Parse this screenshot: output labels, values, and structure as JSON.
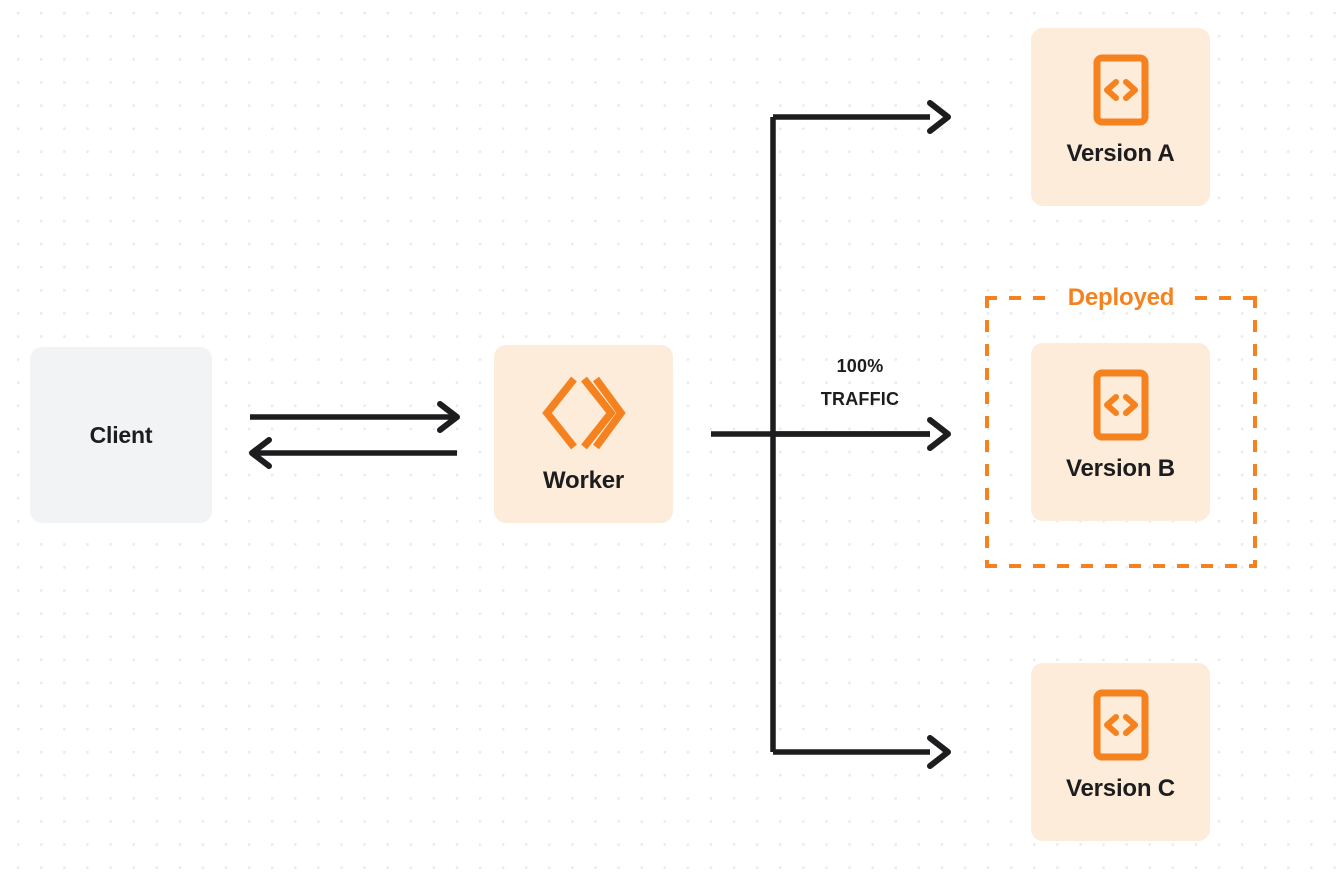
{
  "diagram": {
    "title": "Worker version traffic routing",
    "colors": {
      "accent_orange": "#f6821f",
      "node_fill_orange": "#fdecd9",
      "node_fill_gray": "#f2f3f4",
      "line_dark": "#1d1d1f",
      "dot_grid": "#e8e9ea",
      "background": "#ffffff"
    },
    "nodes": {
      "client": {
        "label": "Client",
        "icon": "none"
      },
      "worker": {
        "label": "Worker",
        "icon": "cloudflare-workers-icon"
      },
      "version_a": {
        "label": "Version A",
        "icon": "code-file-icon"
      },
      "version_b": {
        "label": "Version B",
        "icon": "code-file-icon"
      },
      "version_c": {
        "label": "Version C",
        "icon": "code-file-icon"
      }
    },
    "groups": {
      "deployed": {
        "label": "Deployed",
        "contains": "Version B",
        "border_style": "dashed"
      }
    },
    "edge_labels": {
      "traffic_percent": "100%",
      "traffic_word": "TRAFFIC"
    }
  }
}
